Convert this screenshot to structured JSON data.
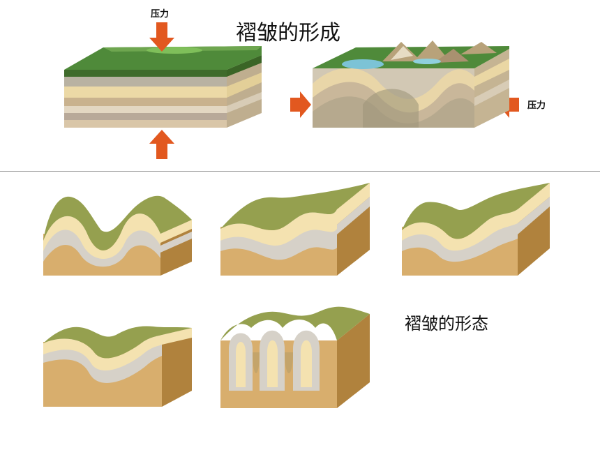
{
  "main": {
    "title": "褶皱的形成",
    "subtitle": "褶皱的形态",
    "pressure_label_top": "压力",
    "pressure_label_right": "压力"
  },
  "colors": {
    "grass": "#4f8a3a",
    "grass_dark": "#3a6d2a",
    "arrow": "#e2581f",
    "layer_cream": "#f4e2b0",
    "layer_gray": "#d5d0c6",
    "layer_tan": "#d9ad6e",
    "side_brown": "#b0823d",
    "divider": "#9a9a9a"
  },
  "icons": [
    "pressure-arrow-icon"
  ]
}
